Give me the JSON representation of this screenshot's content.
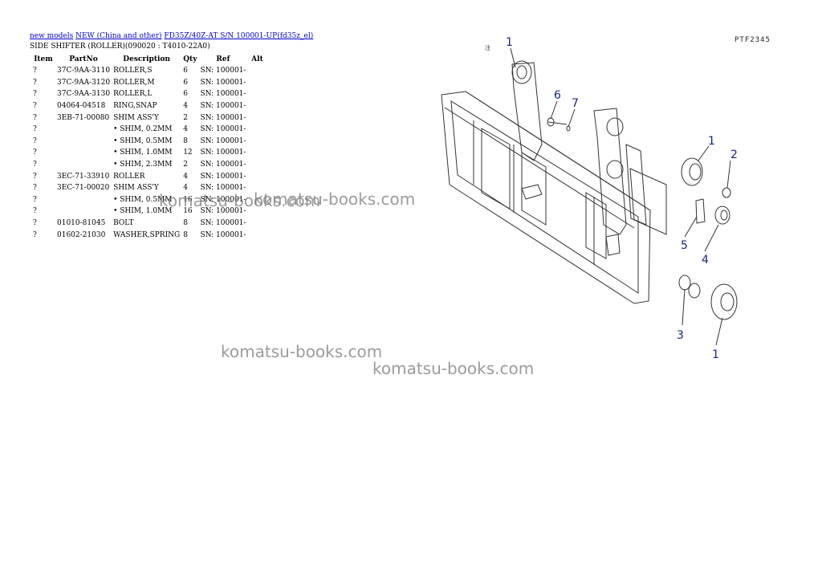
{
  "breadcrumb": {
    "link1": "new models",
    "link2": "NEW (China and other)",
    "link3": "FD35Z/40Z-AT S/N 100001-UP(fd35z_el)"
  },
  "subtitle": "SIDE SHIFTER (ROLLER)(090020 : T4010-22A0)",
  "table": {
    "headers": [
      "Item",
      "PartNo",
      "Description",
      "Qty",
      "Ref",
      "Alt"
    ],
    "rows": [
      {
        "item": "?",
        "part": "37C-9AA-3110",
        "desc": "ROLLER,S",
        "qty": "6",
        "ref": "SN: 100001-",
        "alt": ""
      },
      {
        "item": "?",
        "part": "37C-9AA-3120",
        "desc": "ROLLER,M",
        "qty": "6",
        "ref": "SN: 100001-",
        "alt": ""
      },
      {
        "item": "?",
        "part": "37C-9AA-3130",
        "desc": "ROLLER,L",
        "qty": "6",
        "ref": "SN: 100001-",
        "alt": ""
      },
      {
        "item": "?",
        "part": "04064-04518",
        "desc": "RING,SNAP",
        "qty": "4",
        "ref": "SN: 100001-",
        "alt": ""
      },
      {
        "item": "?",
        "part": "3EB-71-00080",
        "desc": "SHIM ASS'Y",
        "qty": "2",
        "ref": "SN: 100001-",
        "alt": ""
      },
      {
        "item": "?",
        "part": "",
        "desc": "• SHIM, 0.2MM",
        "qty": "4",
        "ref": "SN: 100001-",
        "alt": ""
      },
      {
        "item": "?",
        "part": "",
        "desc": "• SHIM, 0.5MM",
        "qty": "8",
        "ref": "SN: 100001-",
        "alt": ""
      },
      {
        "item": "?",
        "part": "",
        "desc": "• SHIM, 1.0MM",
        "qty": "12",
        "ref": "SN: 100001-",
        "alt": ""
      },
      {
        "item": "?",
        "part": "",
        "desc": "• SHIM, 2.3MM",
        "qty": "2",
        "ref": "SN: 100001-",
        "alt": ""
      },
      {
        "item": "?",
        "part": "3EC-71-33910",
        "desc": "ROLLER",
        "qty": "4",
        "ref": "SN: 100001-",
        "alt": ""
      },
      {
        "item": "?",
        "part": "3EC-71-00020",
        "desc": "SHIM ASS'Y",
        "qty": "4",
        "ref": "SN: 100001-",
        "alt": ""
      },
      {
        "item": "?",
        "part": "",
        "desc": "• SHIM, 0.5MM",
        "qty": "16",
        "ref": "SN: 100001-",
        "alt": ""
      },
      {
        "item": "?",
        "part": "",
        "desc": "• SHIM, 1.0MM",
        "qty": "16",
        "ref": "SN: 100001-",
        "alt": ""
      },
      {
        "item": "?",
        "part": "01010-81045",
        "desc": "BOLT",
        "qty": "8",
        "ref": "SN: 100001-",
        "alt": ""
      },
      {
        "item": "?",
        "part": "01602-21030",
        "desc": "WASHER,SPRING",
        "qty": "8",
        "ref": "SN: 100001-",
        "alt": ""
      }
    ]
  },
  "watermark": "komatsu-books.com",
  "drawing": {
    "picture_no": "PTF2345",
    "callouts": [
      "1",
      "6",
      "7",
      "1",
      "2",
      "5",
      "4",
      "3",
      "1"
    ]
  }
}
